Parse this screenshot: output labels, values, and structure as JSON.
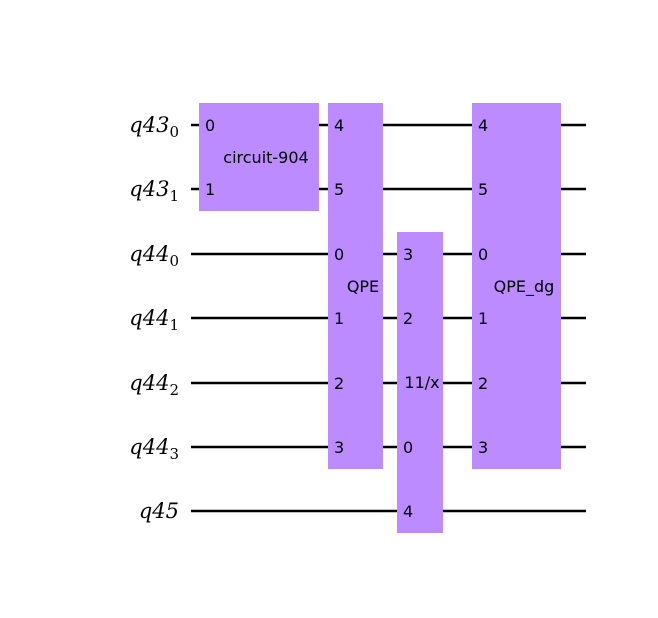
{
  "colors": {
    "gate_fill": "#bb8bff",
    "wire": "#000000",
    "background": "#ffffff"
  },
  "qubits": [
    {
      "id": "q43_0",
      "base": "q43",
      "sub": "0"
    },
    {
      "id": "q43_1",
      "base": "q43",
      "sub": "1"
    },
    {
      "id": "q44_0",
      "base": "q44",
      "sub": "0"
    },
    {
      "id": "q44_1",
      "base": "q44",
      "sub": "1"
    },
    {
      "id": "q44_2",
      "base": "q44",
      "sub": "2"
    },
    {
      "id": "q44_3",
      "base": "q44",
      "sub": "3"
    },
    {
      "id": "q45",
      "base": "q45",
      "sub": ""
    }
  ],
  "gates": [
    {
      "name": "circuit-904-gate",
      "label": "circuit-904",
      "pins": [
        {
          "qubit": 0,
          "label": "0"
        },
        {
          "qubit": 1,
          "label": "1"
        }
      ]
    },
    {
      "name": "qpe-gate",
      "label": "QPE",
      "pins": [
        {
          "qubit": 0,
          "label": "4"
        },
        {
          "qubit": 1,
          "label": "5"
        },
        {
          "qubit": 2,
          "label": "0"
        },
        {
          "qubit": 3,
          "label": "1"
        },
        {
          "qubit": 4,
          "label": "2"
        },
        {
          "qubit": 5,
          "label": "3"
        }
      ]
    },
    {
      "name": "inverse-x-gate",
      "label": "11/x",
      "pins": [
        {
          "qubit": 2,
          "label": "3"
        },
        {
          "qubit": 3,
          "label": "2"
        },
        {
          "qubit": 5,
          "label": "0"
        },
        {
          "qubit": 6,
          "label": "4"
        }
      ]
    },
    {
      "name": "qpe-dg-gate",
      "label": "QPE_dg",
      "pins": [
        {
          "qubit": 0,
          "label": "4"
        },
        {
          "qubit": 1,
          "label": "5"
        },
        {
          "qubit": 2,
          "label": "0"
        },
        {
          "qubit": 3,
          "label": "1"
        },
        {
          "qubit": 4,
          "label": "2"
        },
        {
          "qubit": 5,
          "label": "3"
        }
      ]
    }
  ]
}
